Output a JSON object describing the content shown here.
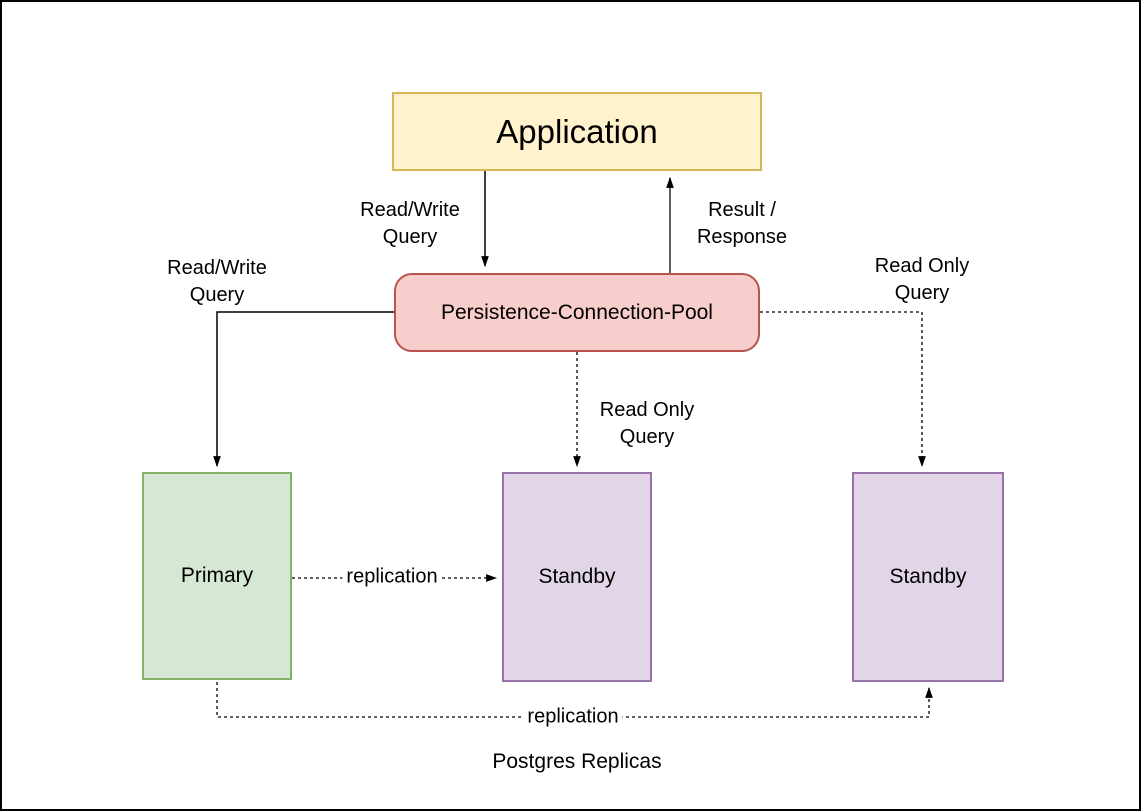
{
  "diagram": {
    "title": "Postgres Replicas",
    "nodes": {
      "application": {
        "label": "Application",
        "fill": "#fff2cc",
        "border": "#d6b656"
      },
      "pool": {
        "label": "Persistence-Connection-Pool",
        "fill": "#f8cecc",
        "border": "#b85450"
      },
      "primary": {
        "label": "Primary",
        "fill": "#d5e8d4",
        "border": "#82b366"
      },
      "standby_mid": {
        "label": "Standby",
        "fill": "#e1d5e7",
        "border": "#9673a6"
      },
      "standby_right": {
        "label": "Standby",
        "fill": "#e1d5e7",
        "border": "#9673a6"
      }
    },
    "edge_labels": {
      "read_write_query_top": {
        "line1": "Read/Write",
        "line2": "Query"
      },
      "result_response": {
        "line1": "Result /",
        "line2": "Response"
      },
      "read_write_query_left": {
        "line1": "Read/Write",
        "line2": "Query"
      },
      "read_only_query_mid": {
        "line1": "Read Only",
        "line2": "Query"
      },
      "read_only_query_right": {
        "line1": "Read Only",
        "line2": "Query"
      },
      "replication_mid": "replication",
      "replication_bottom": "replication"
    },
    "caption": "Postgres Replicas",
    "colors": {
      "line": "#000000",
      "line_gray": "#4d4d4d",
      "background": "#ffffff",
      "frame": "#000000"
    }
  }
}
